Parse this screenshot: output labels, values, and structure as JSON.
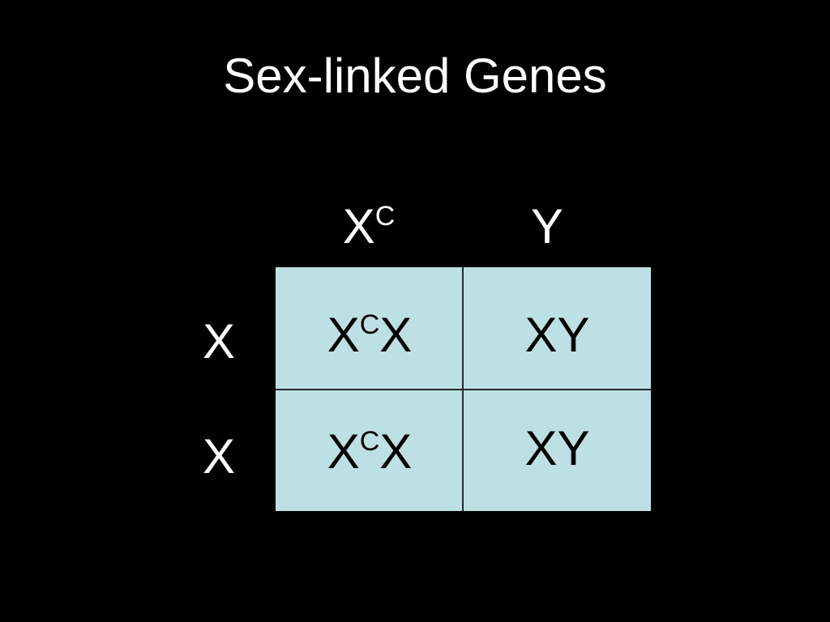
{
  "slide": {
    "title": "Sex-linked Genes"
  },
  "punnett": {
    "columns": [
      {
        "base": "X",
        "sup": "C"
      },
      {
        "base": "Y",
        "sup": ""
      }
    ],
    "rows": [
      {
        "label": "X"
      },
      {
        "label": "X"
      }
    ],
    "cells": [
      [
        {
          "pre": "X",
          "sup": "C",
          "post": "X"
        },
        {
          "pre": "XY",
          "sup": "",
          "post": ""
        }
      ],
      [
        {
          "pre": "X",
          "sup": "C",
          "post": "X"
        },
        {
          "pre": "XY",
          "sup": "",
          "post": ""
        }
      ]
    ]
  },
  "colors": {
    "background": "#000000",
    "grid_fill": "#bce0e4",
    "grid_line": "#1f2a2c",
    "title_text": "#ffffff"
  }
}
